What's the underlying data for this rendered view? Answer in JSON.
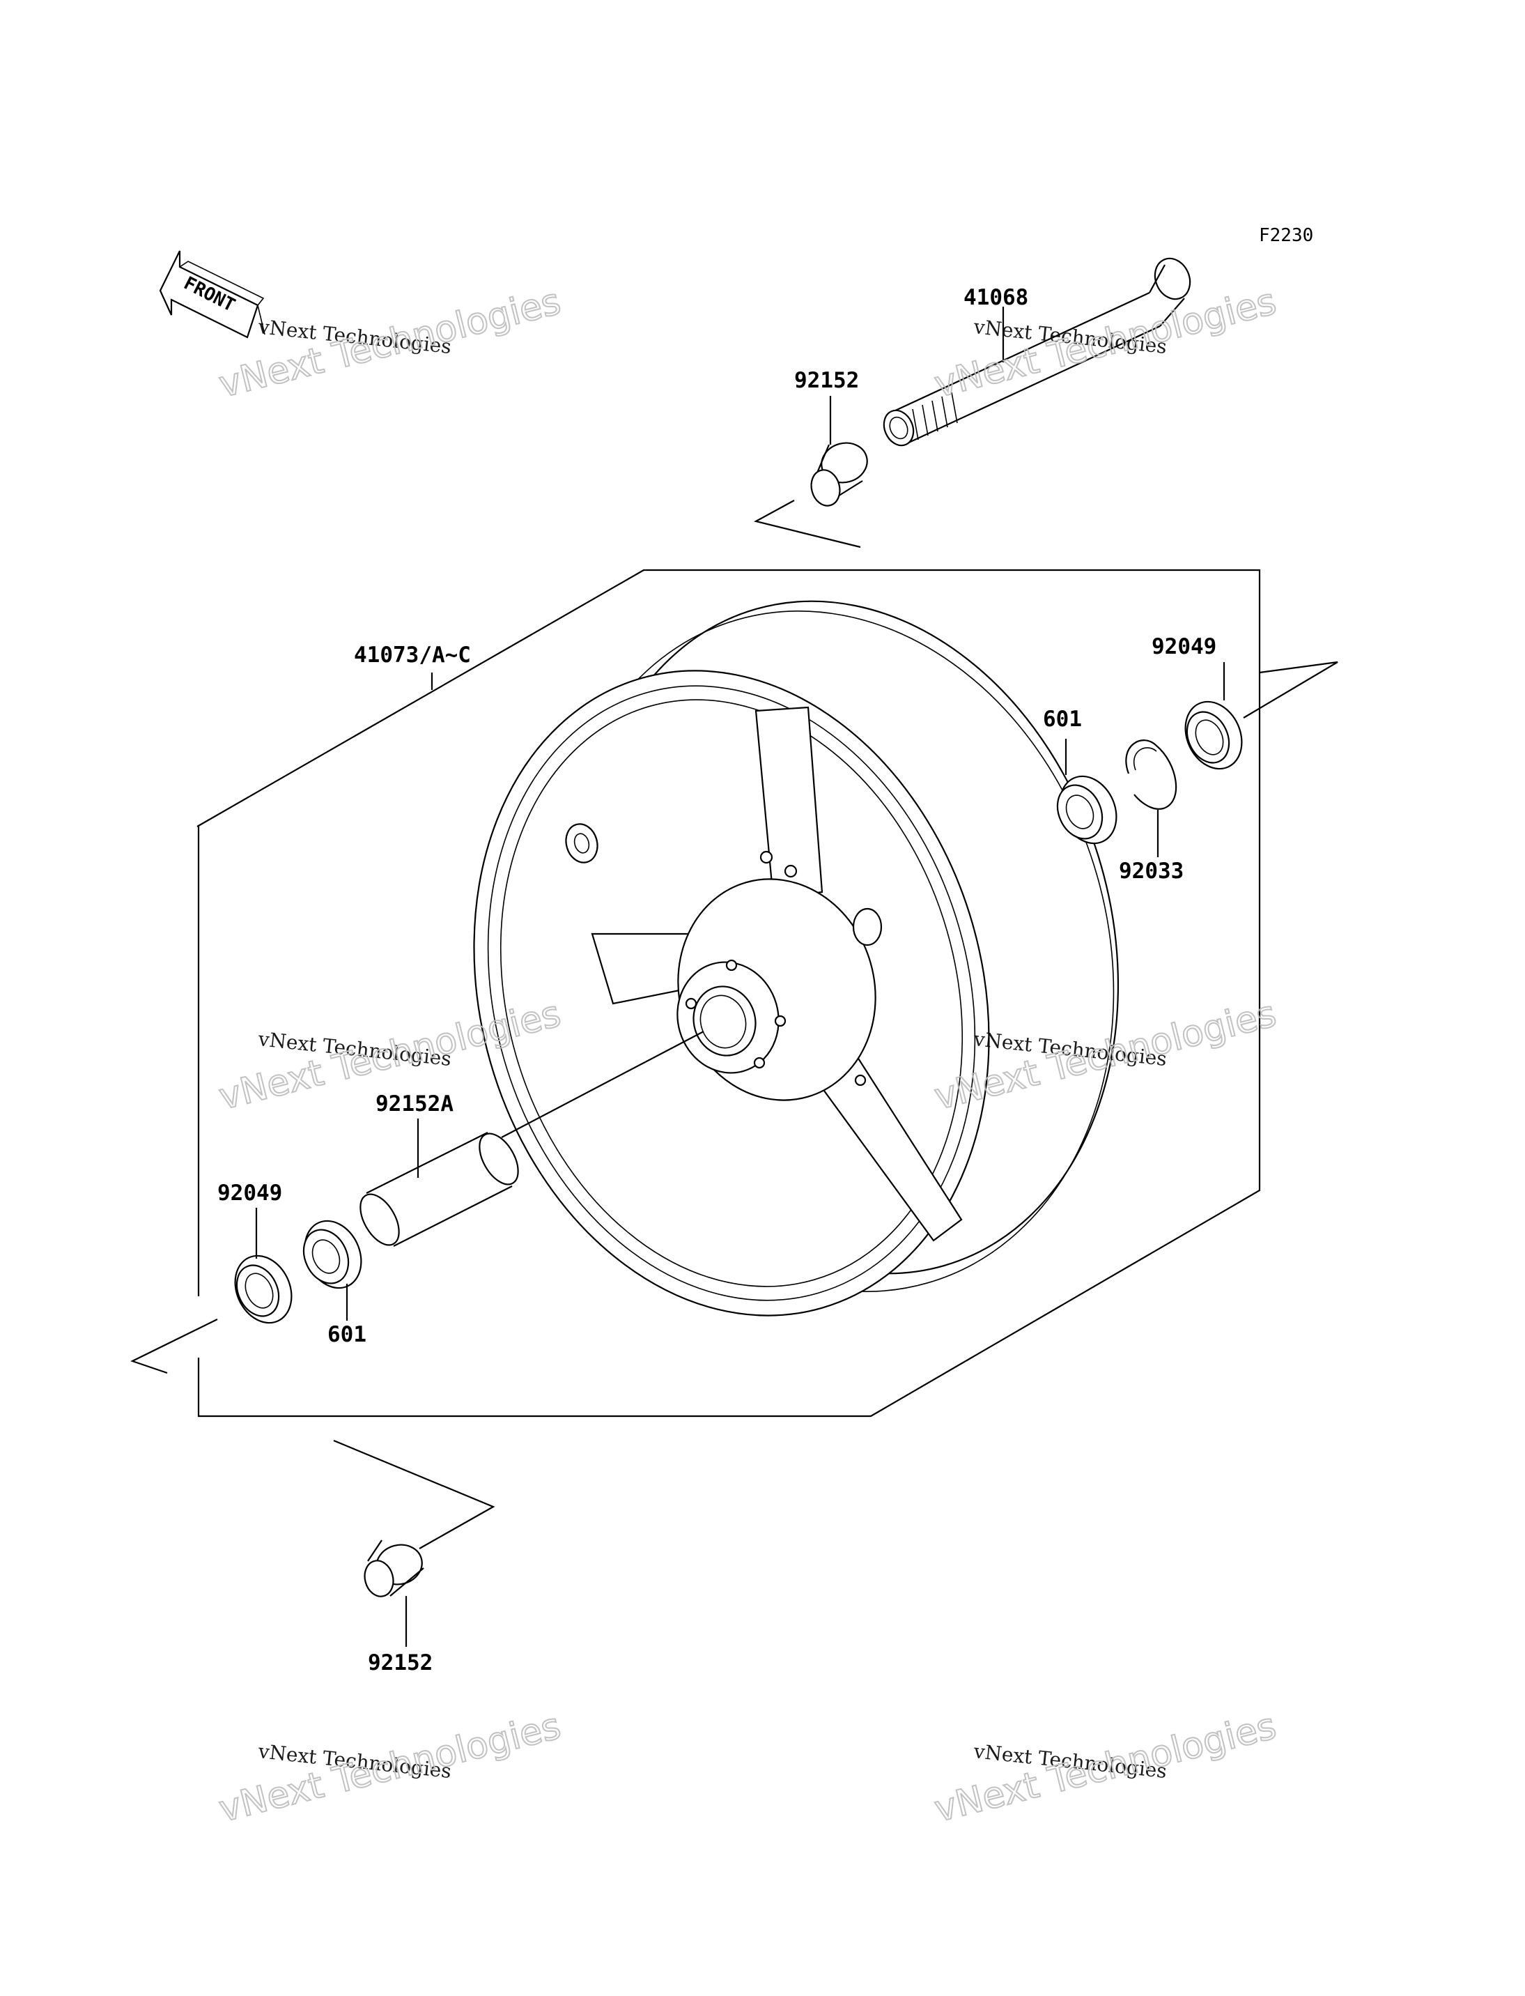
{
  "figure_code": "F2230",
  "front_marker": "FRONT",
  "watermark": {
    "line1": "vNext Technologies",
    "line2": "vNext Technologies"
  },
  "part_labels": {
    "axle": "41068",
    "collar_top": "92152",
    "wheel": "41073/A~C",
    "oil_seal_right": "92049",
    "bearing_right": "601",
    "circlip": "92033",
    "spacer": "92152A",
    "oil_seal_left": "92049",
    "bearing_left": "601",
    "collar_bottom": "92152"
  }
}
